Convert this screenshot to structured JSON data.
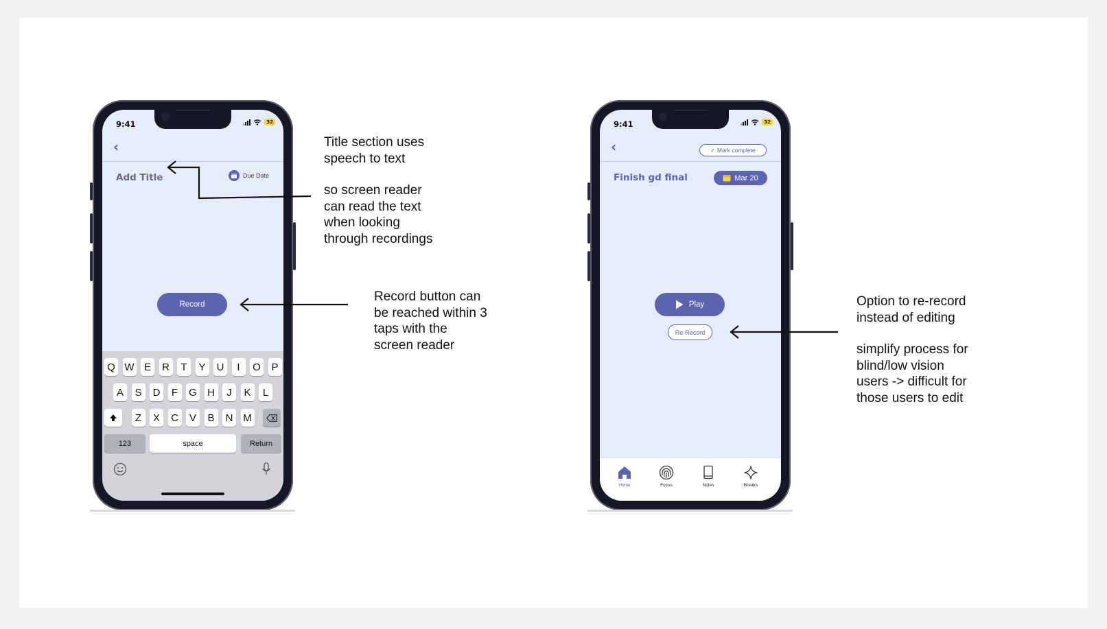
{
  "colors": {
    "accent": "#5c63b0",
    "screen_bg": "#e7ecfb",
    "keyboard_bg": "#d2d4da"
  },
  "phone1": {
    "status_time": "9:41",
    "battery": "32",
    "title_placeholder": "Add Title",
    "due_date_label": "Due Date",
    "record_label": "Record",
    "keyboard": {
      "row1": [
        "Q",
        "W",
        "E",
        "R",
        "T",
        "Y",
        "U",
        "I",
        "O",
        "P"
      ],
      "row2": [
        "A",
        "S",
        "D",
        "F",
        "G",
        "H",
        "J",
        "K",
        "L"
      ],
      "row3": [
        "Z",
        "X",
        "C",
        "V",
        "B",
        "N",
        "M"
      ],
      "numbers_key": "123",
      "space_key": "space",
      "return_key": "Return"
    }
  },
  "phone2": {
    "status_time": "9:41",
    "battery": "32",
    "mark_complete_label": "Mark complete",
    "task_title": "Finish gd final",
    "date_label": "Mar 20",
    "play_label": "Play",
    "rerecord_label": "Re-Record",
    "tabs": [
      {
        "label": "Home",
        "icon": "home-icon"
      },
      {
        "label": "Focus",
        "icon": "fingerprint-icon"
      },
      {
        "label": "Notes",
        "icon": "notebook-icon"
      },
      {
        "label": "Breaks",
        "icon": "sparkle-icon"
      }
    ]
  },
  "annotations": {
    "title_note_1": "Title section uses\nspeech to text",
    "title_note_2": "so screen reader\ncan read the text\nwhen looking\nthrough recordings",
    "record_note": "Record button can\nbe reached within 3\ntaps with the\nscreen reader",
    "rerecord_note_1": "Option to re-record\ninstead of editing",
    "rerecord_note_2": "simplify process for\nblind/low vision\nusers -> difficult for\nthose users to edit"
  }
}
